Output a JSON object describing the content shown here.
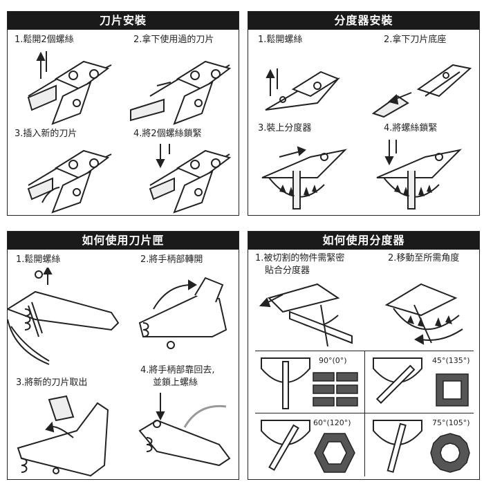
{
  "panels": {
    "blade_install": {
      "title": "刀片安裝",
      "steps": [
        "1.鬆開2個螺絲",
        "2.拿下使用過的刀片",
        "3.插入新的刀片",
        "4.將2個螺絲鎖緊"
      ]
    },
    "protractor_install": {
      "title": "分度器安裝",
      "steps": [
        "1.鬆開螺絲",
        "2.拿下刀片底座",
        "3.裝上分度器",
        "4.將螺絲鎖緊"
      ]
    },
    "blade_box": {
      "title": "如何使用刀片匣",
      "steps": [
        "1.鬆開螺絲",
        "2.將手柄部轉開",
        "3.將新的刀片取出",
        "4.將手柄部靠回去,",
        "並鎖上螺絲"
      ]
    },
    "protractor_use": {
      "title": "如何使用分度器",
      "steps": [
        "1.被切割的物件需緊密",
        "貼合分度器",
        "2.移動至所需角度"
      ],
      "angles": [
        "90°(0°)",
        "45°(135°)",
        "60°(120°)",
        "75°(105°)"
      ]
    }
  },
  "colors": {
    "title_bg": "#1a1a1a",
    "title_fg": "#ffffff",
    "line": "#222222",
    "fill_grey": "#555555"
  }
}
